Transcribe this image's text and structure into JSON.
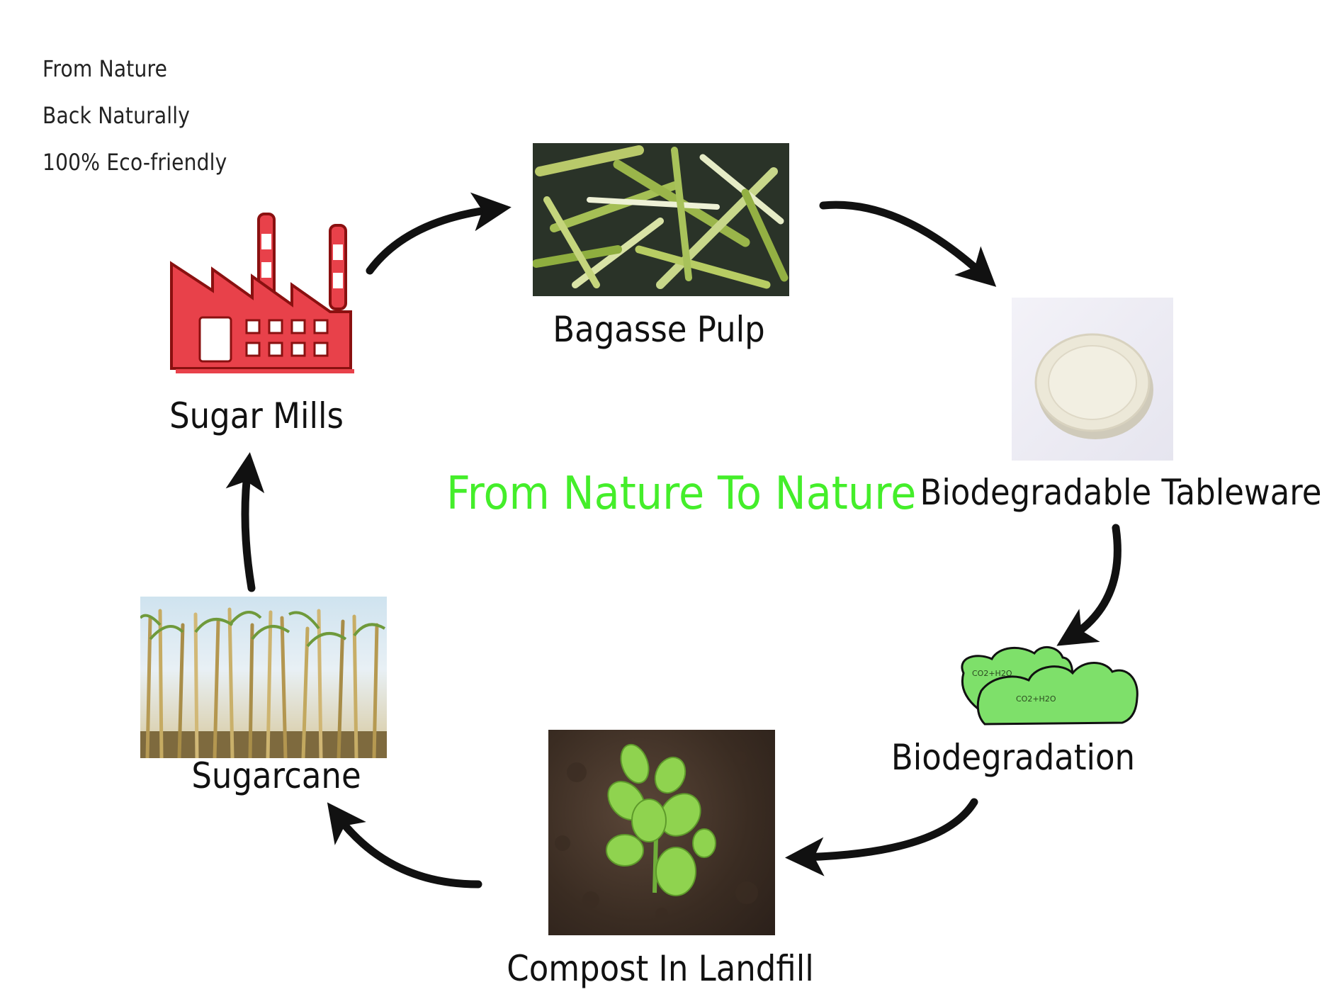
{
  "taglines": [
    "From Nature",
    "Back Naturally",
    "100% Eco-friendly"
  ],
  "center_title": "From Nature To Nature",
  "stages": {
    "sugar_mills": "Sugar Mills",
    "bagasse_pulp": "Bagasse Pulp",
    "tableware": "Biodegradable Tableware",
    "biodegradation": "Biodegradation",
    "compost": "Compost In Landfill",
    "sugarcane": "Sugarcane"
  },
  "cloud_labels": [
    "CO2+H2O",
    "CO2+H2O"
  ],
  "colors": {
    "accent": "#44ee2a",
    "factory": "#e8414a",
    "cloud": "#7ee06a",
    "arrow": "#111111"
  },
  "icons": [
    "factory-icon",
    "bagasse-photo",
    "plate-photo",
    "cloud-icon",
    "seedling-photo",
    "sugarcane-photo"
  ]
}
